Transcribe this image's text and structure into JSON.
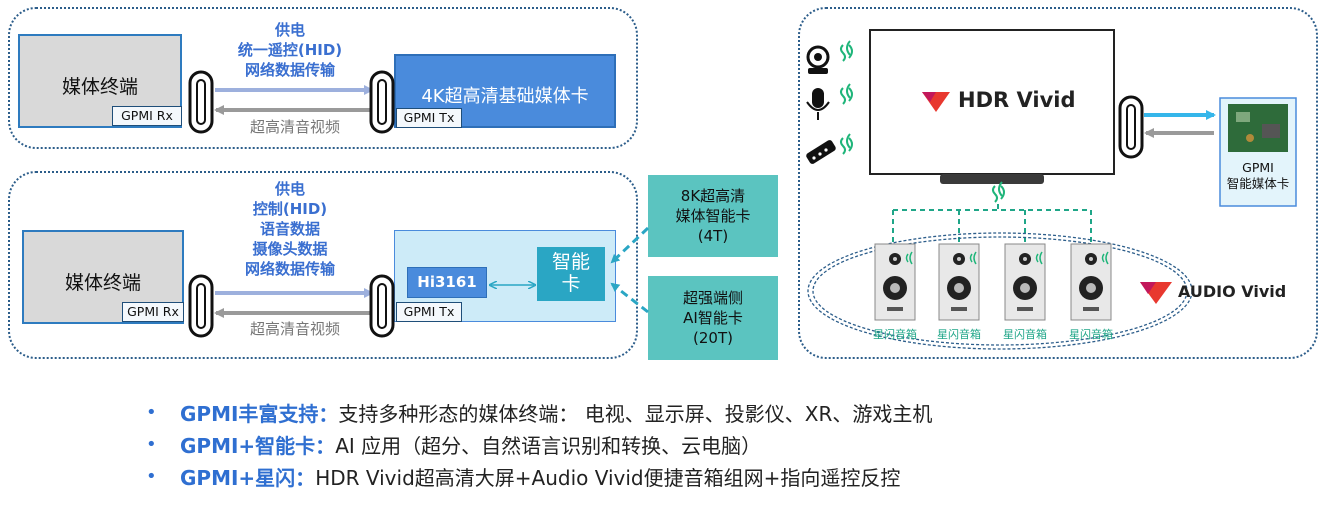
{
  "top_panel": {
    "terminal_label": "媒体终端",
    "rx_port": "GPMI Rx",
    "tx_port": "GPMI Tx",
    "card_label": "4K超高清基础媒体卡",
    "forward_lines": [
      "供电",
      "统一遥控(HID)",
      "网络数据传输"
    ],
    "return_label": "超高清音视频"
  },
  "mid_panel": {
    "terminal_label": "媒体终端",
    "rx_port": "GPMI Rx",
    "tx_port": "GPMI Tx",
    "chip_label": "Hi3161",
    "smart_card_label": "智能卡",
    "forward_lines": [
      "供电",
      "控制(HID)",
      "语音数据",
      "摄像头数据",
      "网络数据传输"
    ],
    "return_label": "超高清音视频"
  },
  "teal_cards": [
    {
      "lines": [
        "8K超高清",
        "媒体智能卡",
        "(4T)"
      ]
    },
    {
      "lines": [
        "超强端侧",
        "AI智能卡",
        "(20T)"
      ]
    }
  ],
  "right_panel": {
    "hdr_logo_text": "HDR Vivid",
    "audio_logo_text": "AUDIO Vivid",
    "gpmi_card_lines": [
      "GPMI",
      "智能媒体卡"
    ],
    "speakers": [
      "星闪音箱",
      "星闪音箱",
      "星闪音箱",
      "星闪音箱"
    ]
  },
  "bullets": [
    {
      "head": "GPMI丰富支持：",
      "text": "支持多种形态的媒体终端： 电视、显示屏、投影仪、XR、游戏主机"
    },
    {
      "head": "GPMI+智能卡：",
      "text": "AI 应用（超分、自然语言识别和转换、云电脑）"
    },
    {
      "head": "GPMI+星闪：",
      "text": "HDR Vivid超高清大屏+Audio Vivid便捷音箱组网+指向遥控反控"
    }
  ],
  "colors": {
    "accent_blue": "#2f6fd1",
    "card_blue": "#4a8bdc",
    "teal": "#5bc4c0",
    "arrow_blue": "#9db0dd",
    "arrow_cyan": "#35b6ea",
    "wireless_green": "#1fb57a"
  }
}
